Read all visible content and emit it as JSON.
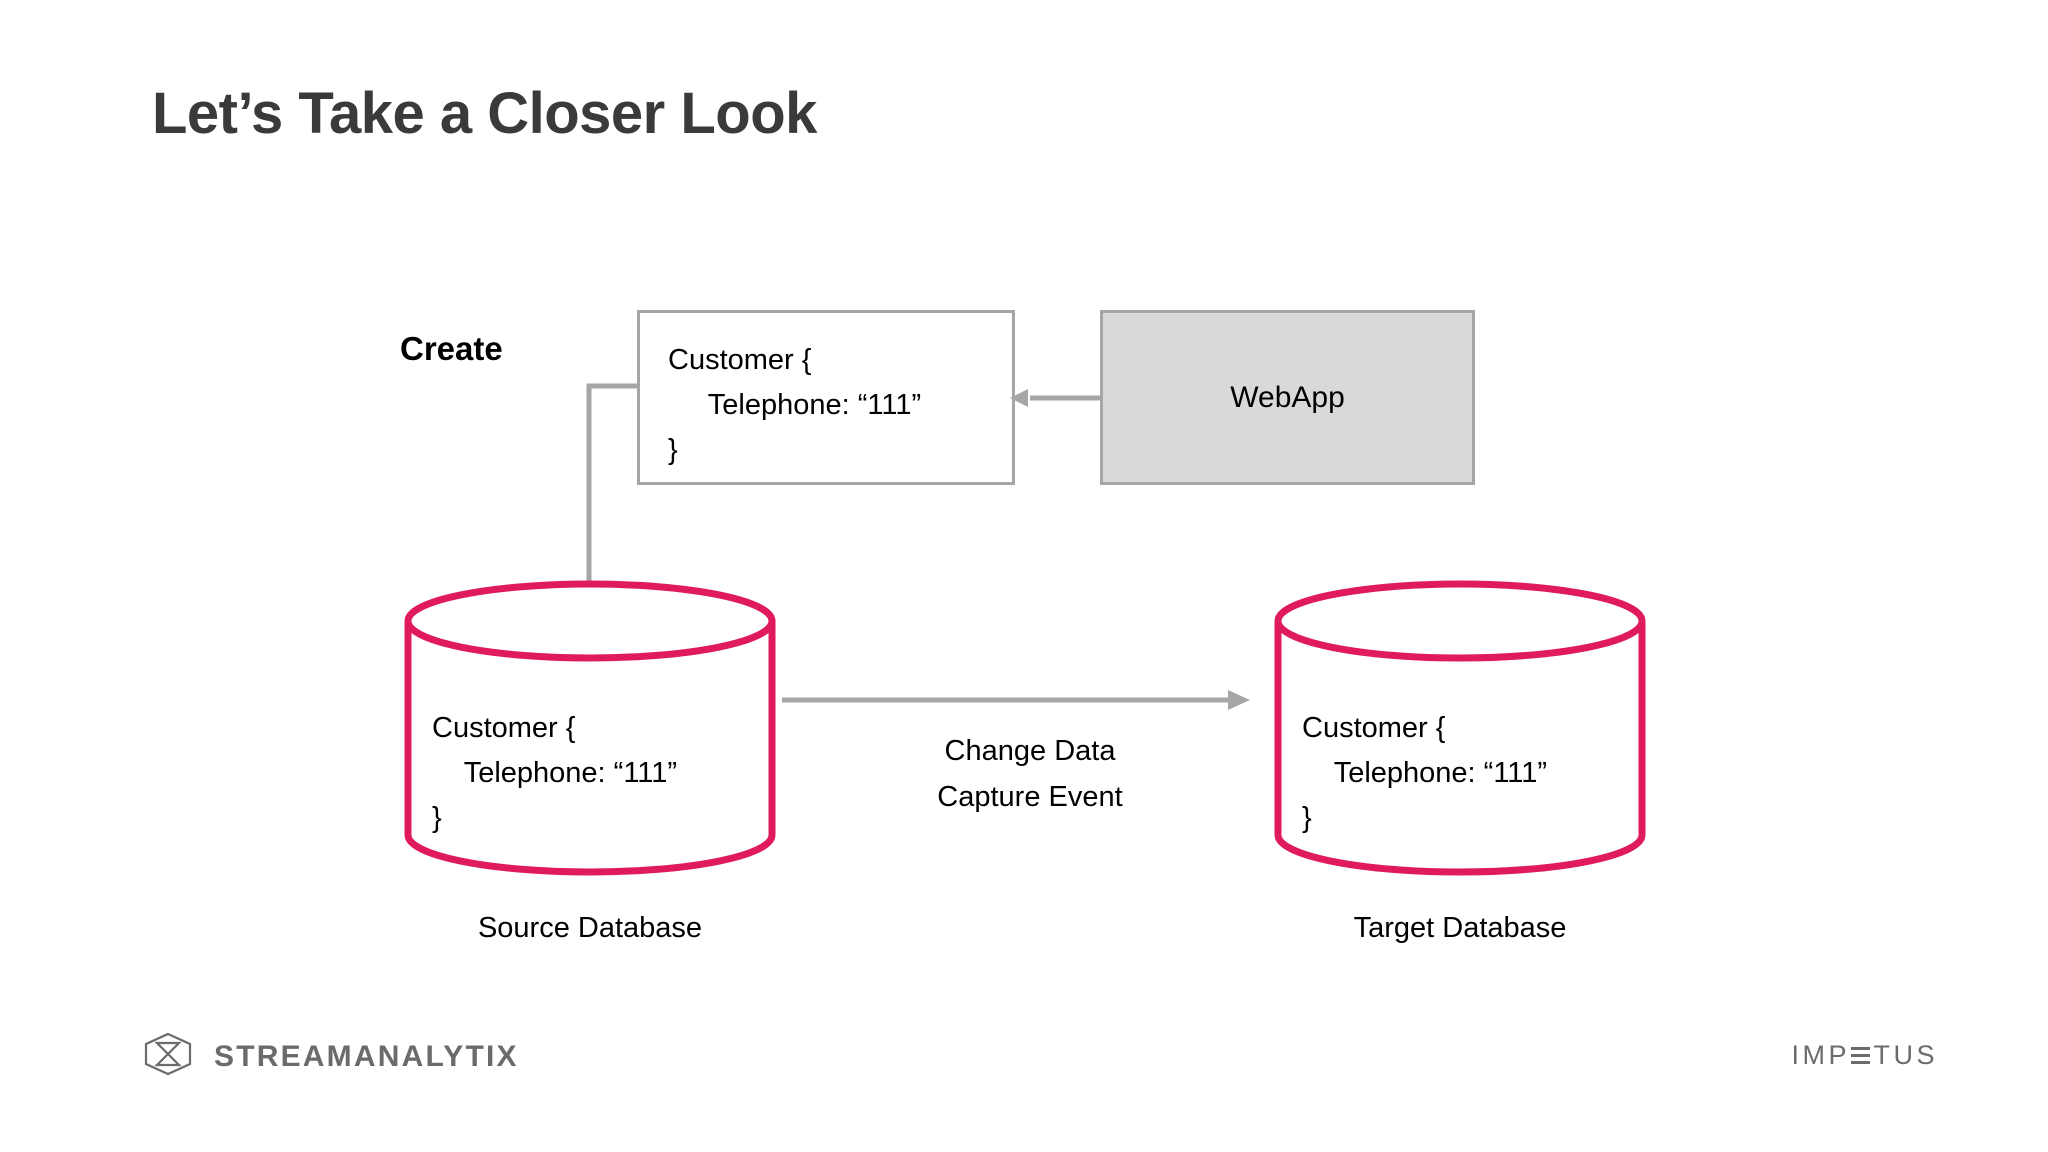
{
  "slide": {
    "title": "Let’s Take a Closer Look",
    "background_color": "#ffffff"
  },
  "colors": {
    "title_text": "#3a3a3a",
    "database_outline": "#e01b5d",
    "connector_gray": "#a6a6a6",
    "webapp_fill": "#d9d9d9",
    "footer_gray": "#6b6b6b"
  },
  "diagram": {
    "create_label": "Create",
    "json_box": {
      "line1": "Customer {",
      "line2": "     Telephone: “111”",
      "line3": "}",
      "full_text": "Customer {\n     Telephone: “111”\n}"
    },
    "webapp_box": {
      "label": "WebApp"
    },
    "source_database": {
      "caption": "Source Database",
      "line1": "Customer {",
      "line2": "    Telephone: “111”",
      "line3": "}",
      "full_text": "Customer {\n    Telephone: “111”\n}"
    },
    "target_database": {
      "caption": "Target Database",
      "line1": "Customer {",
      "line2": "    Telephone: “111”",
      "line3": "}",
      "full_text": "Customer {\n    Telephone: “111”\n}"
    },
    "cdc_arrow_label": {
      "line1": "Change Data",
      "line2": "Capture Event",
      "full_text": "Change Data\nCapture Event"
    }
  },
  "footer": {
    "streamanalytix_logo_text": "STREAMANALYTIX",
    "impetus_logo_text_before": "IMP",
    "impetus_logo_text_after": "TUS",
    "impetus_logo_full": "IMPETUS"
  }
}
